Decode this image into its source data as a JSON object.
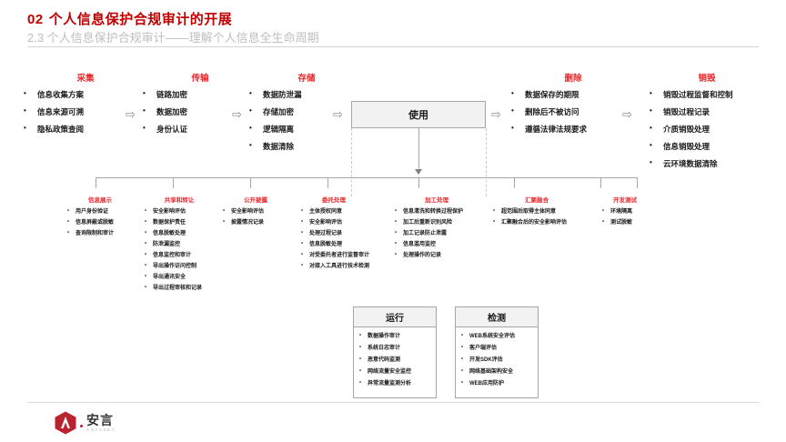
{
  "header": {
    "number": "02",
    "title": "个人信息保护合规审计的开展",
    "subtitle": "2.3 个人信息保护合规审计——理解个人信息全生命周期",
    "accent_color": "#c00000",
    "subtitle_color": "#bfbfbf"
  },
  "arrow_glyph": "⇨",
  "stages": [
    {
      "title": "采集",
      "items": [
        "信息收集方案",
        "信息来源可溯",
        "隐私政策查阅"
      ]
    },
    {
      "title": "传输",
      "items": [
        "链路加密",
        "数据加密",
        "身份认证"
      ]
    },
    {
      "title": "存储",
      "items": [
        "数据防泄漏",
        "存储加密",
        "逻辑隔离",
        "数据清除"
      ]
    },
    {
      "title": "删除",
      "items": [
        "数据保存的期限",
        "删除后不被访问",
        "遵循法律法规要求"
      ]
    },
    {
      "title": "销毁",
      "items": [
        "销毁过程监督和控制",
        "销毁过程记录",
        "介质销毁处理",
        "信息销毁处理",
        "云环境数据清除"
      ]
    }
  ],
  "use_box": {
    "label": "使用"
  },
  "subcategories": [
    {
      "title": "信息展示",
      "items": [
        "用户身份验证",
        "信息屏蔽或脱敏",
        "查询限制和审计"
      ]
    },
    {
      "title": "共享和转让",
      "items": [
        "安全影响评估",
        "数据保护责任",
        "信息脱敏处理",
        "防泄漏监控",
        "信息监控和审计",
        "导出操作访问控制",
        "导出通讯安全",
        "导出过程审核和记录"
      ]
    },
    {
      "title": "公开披露",
      "items": [
        "安全影响评估",
        "披露情况记录"
      ]
    },
    {
      "title": "委托处理",
      "items": [
        "主体授权同意",
        "安全影响评估",
        "处理过程记录",
        "信息脱敏处理",
        "对受委托者进行监督审计",
        "对接入工具进行技术检测"
      ]
    },
    {
      "title": "加工处理",
      "items": [
        "信息清洗和转换过程保护",
        "加工后重新识别风险",
        "加工记录防止泄露",
        "信息滥用监控",
        "处理操作的记录"
      ]
    },
    {
      "title": "汇聚融合",
      "items": [
        "超范围后取得主体同意",
        "汇聚融合后的安全影响评估"
      ]
    },
    {
      "title": "开发测试",
      "items": [
        "环境隔离",
        "测试脱敏"
      ]
    }
  ],
  "bottom_boxes": [
    {
      "title": "运行",
      "items": [
        "数据操作审计",
        "系统日志审计",
        "恶意代码监测",
        "网络流量安全监控",
        "异常流量监测分析"
      ]
    },
    {
      "title": "检测",
      "items": [
        "WEB系统安全评估",
        "客户端评估",
        "开发SDK评估",
        "网络基础架构安全",
        "WEB应用防护"
      ]
    }
  ],
  "footer": {
    "logo_cn": "安言",
    "logo_en": "ANYASEC",
    "logo_letter": "A",
    "logo_color": "#b8232f"
  }
}
